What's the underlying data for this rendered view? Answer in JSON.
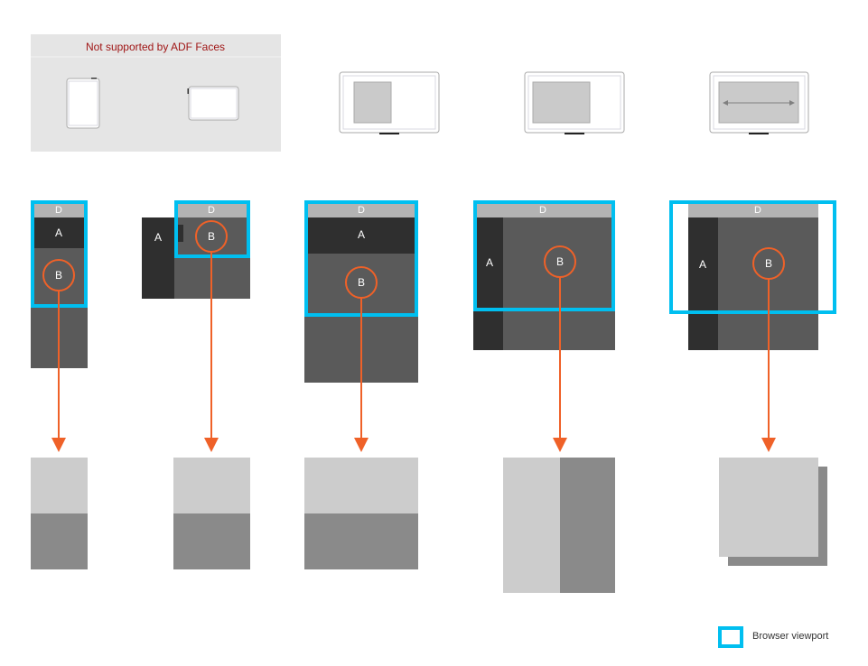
{
  "unsupported_panel": {
    "title": "Not supported by ADF Faces"
  },
  "labels": {
    "d": "D",
    "a": "A",
    "b": "B"
  },
  "legend": {
    "label": "Browser viewport"
  },
  "colors": {
    "viewport": "#00bff0",
    "arrow": "#ef6128",
    "header_bar": "#b3b3b3",
    "region_a": "#2f2f2f",
    "region_b": "#5a5a5a",
    "light_block": "#cccccc",
    "dark_block": "#8a8a8a",
    "warning_text": "#a01616"
  }
}
